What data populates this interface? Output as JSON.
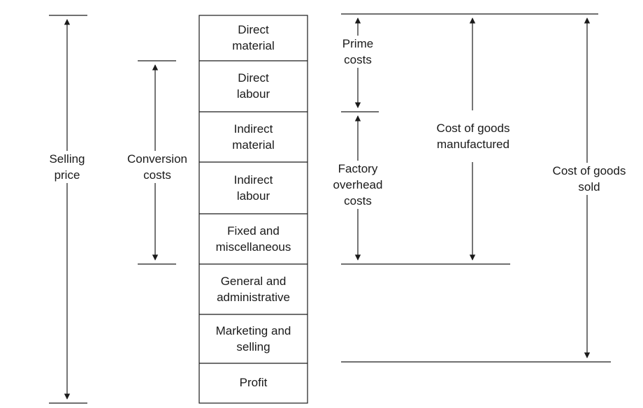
{
  "stack_items": [
    {
      "lines": [
        "Direct",
        "material"
      ]
    },
    {
      "lines": [
        "Direct",
        "labour"
      ]
    },
    {
      "lines": [
        "Indirect",
        "material"
      ]
    },
    {
      "lines": [
        "Indirect",
        "labour"
      ]
    },
    {
      "lines": [
        "Fixed and",
        "miscellaneous"
      ]
    },
    {
      "lines": [
        "General and",
        "administrative"
      ]
    },
    {
      "lines": [
        "Marketing and",
        "selling"
      ]
    },
    {
      "lines": [
        "Profit"
      ]
    }
  ],
  "brackets": {
    "selling_price": [
      "Selling",
      "price"
    ],
    "conversion_costs": [
      "Conversion",
      "costs"
    ],
    "prime_costs": [
      "Prime",
      "costs"
    ],
    "factory_overhead": [
      "Factory",
      "overhead",
      "costs"
    ],
    "cogm": [
      "Cost of goods",
      "manufactured"
    ],
    "cogs": [
      "Cost of goods",
      "sold"
    ]
  }
}
